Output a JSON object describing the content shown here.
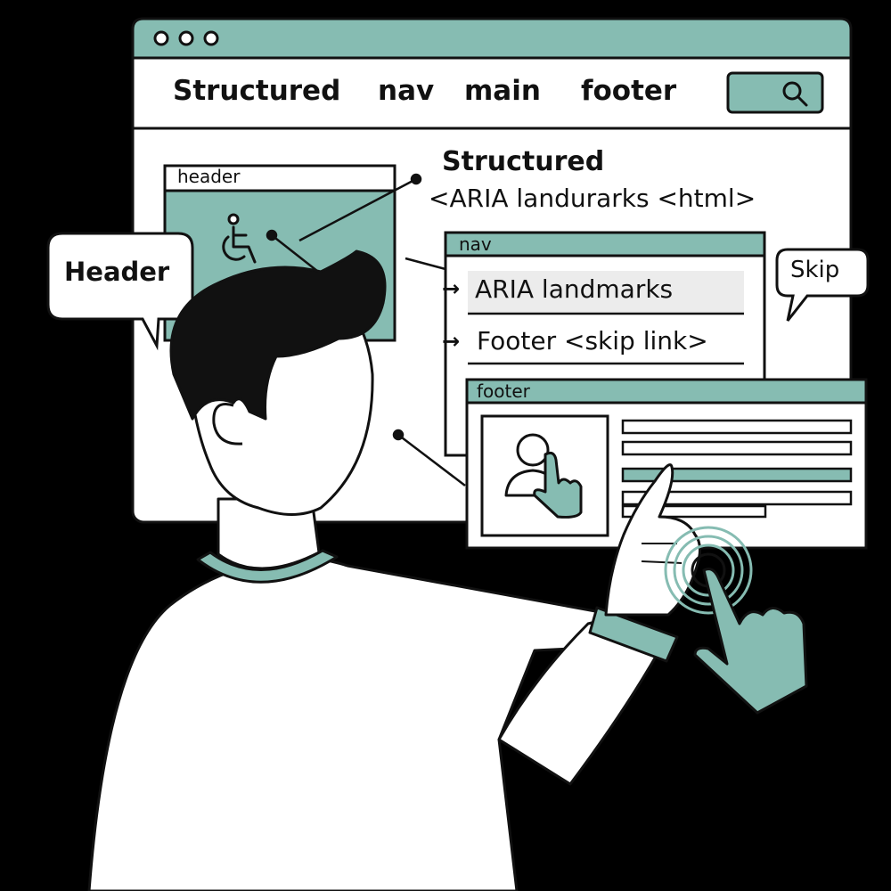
{
  "browser": {
    "nav_links": [
      "Structured",
      "nav",
      "main",
      "footer"
    ],
    "search_icon": "magnifier-icon"
  },
  "header_panel": {
    "label": "header",
    "icon": "wheelchair-accessibility-icon"
  },
  "callout_title": {
    "line1": "Structured",
    "line2": "<ARIA landurarks <html>"
  },
  "nav_panel": {
    "label": "nav",
    "items": [
      {
        "arrow": "→",
        "text": "ARIA landmarks"
      },
      {
        "arrow": "→",
        "text": "Footer <skip link>"
      }
    ]
  },
  "footer_panel": {
    "label": "footer",
    "icon": "tap-finger-icon"
  },
  "bubbles": {
    "header": "Header",
    "skip": "Skip"
  },
  "colors": {
    "accent": "#86bcb2",
    "panel": "#ffffff",
    "ink": "#111111",
    "background": "#000000"
  }
}
